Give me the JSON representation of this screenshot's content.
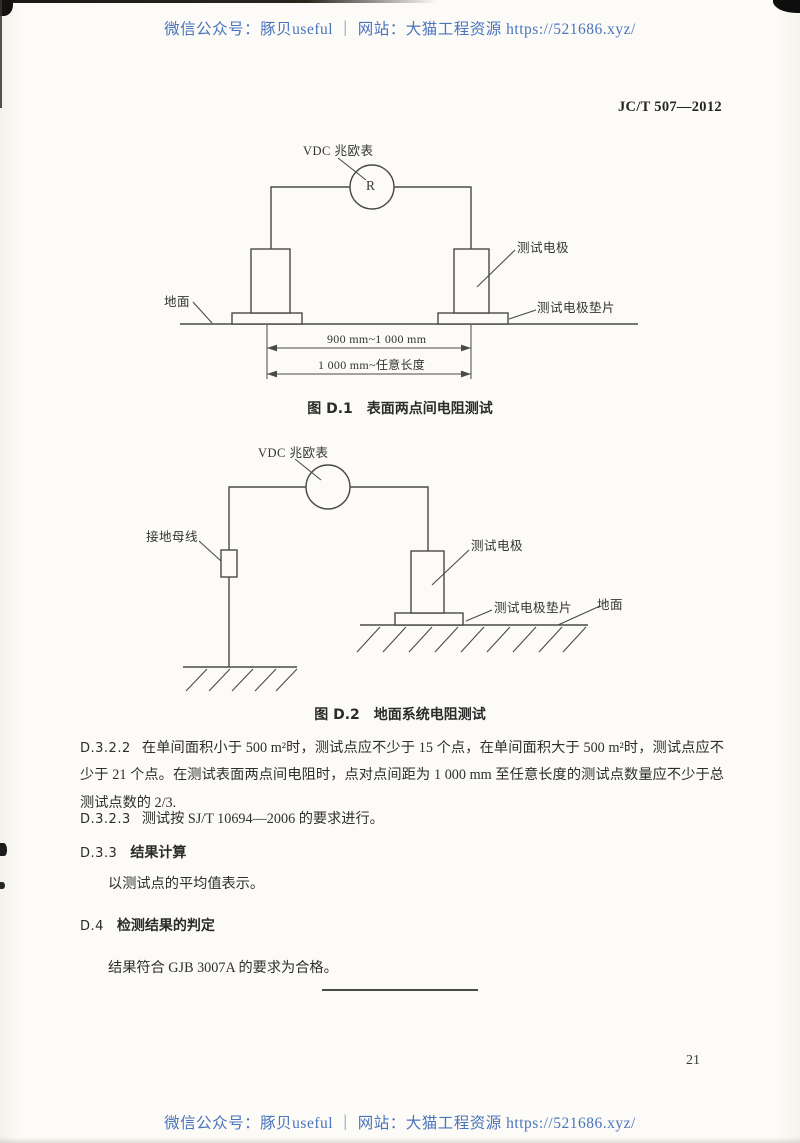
{
  "watermark": {
    "text": "微信公众号：豚贝useful ｜ 网站：大猫工程资源 https://521686.xyz/"
  },
  "header": {
    "doc_number": "JC/T 507—2012"
  },
  "figure1": {
    "meter_label": "VDC 兆欧表",
    "meter_symbol": "R",
    "ground_label": "地面",
    "electrode_label": "测试电极",
    "pad_label": "测试电极垫片",
    "dim1": "900 mm~1 000 mm",
    "dim2": "1 000 mm~任意长度",
    "caption": "图 D.1　表面两点间电阻测试"
  },
  "figure2": {
    "meter_label": "VDC 兆欧表",
    "busbar_label": "接地母线",
    "electrode_label": "测试电极",
    "pad_label": "测试电极垫片",
    "ground_label": "地面",
    "caption": "图 D.2　地面系统电阻测试"
  },
  "sections": {
    "d322_num": "D.3.2.2",
    "d322_text": "在单间面积小于 500 m²时，测试点应不少于 15 个点，在单间面积大于 500 m²时，测试点应不少于 21 个点。在测试表面两点间电阻时，点对点间距为 1 000 mm 至任意长度的测试点数量应不少于总测试点数的 2/3.",
    "d323_num": "D.3.2.3",
    "d323_text": "测试按 SJ/T 10694—2006 的要求进行。",
    "d33_num": "D.3.3",
    "d33_title": "结果计算",
    "d33_body": "以测试点的平均值表示。",
    "d4_num": "D.4",
    "d4_title": "检测结果的判定",
    "d4_body": "结果符合 GJB 3007A 的要求为合格。"
  },
  "footer": {
    "page_number": "21"
  },
  "colors": {
    "watermark_blue": "#4a74bc",
    "ink": "#2e2e2e",
    "diagram_line": "#4a4a46",
    "paper": "#fcfbf7"
  }
}
